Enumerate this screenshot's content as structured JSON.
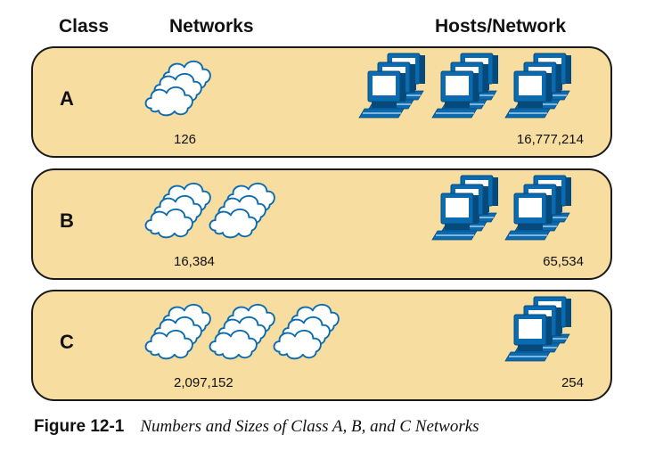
{
  "headers": {
    "class": "Class",
    "networks": "Networks",
    "hosts": "Hosts/Network"
  },
  "rows": [
    {
      "letter": "A",
      "networks": "126",
      "hosts": "16,777,214",
      "cloud_groups": 1,
      "host_groups": 3
    },
    {
      "letter": "B",
      "networks": "16,384",
      "hosts": "65,534",
      "cloud_groups": 2,
      "host_groups": 2
    },
    {
      "letter": "C",
      "networks": "2,097,152",
      "hosts": "254",
      "cloud_groups": 3,
      "host_groups": 1
    }
  ],
  "icons": {
    "network": "cloud-group-icon",
    "host": "computer-stack-icon"
  },
  "colors": {
    "panel_fill": "#f7deA0",
    "panel_border": "#1a1a1a",
    "cloud_stroke": "#0a6bb0",
    "cloud_fill": "#ffffff",
    "computer_main": "#0a6bb0",
    "computer_dark": "#064a7c",
    "screen": "#ffffff"
  },
  "caption": {
    "number": "Figure 12-1",
    "title": "Numbers and Sizes of Class A, B, and C Networks"
  }
}
